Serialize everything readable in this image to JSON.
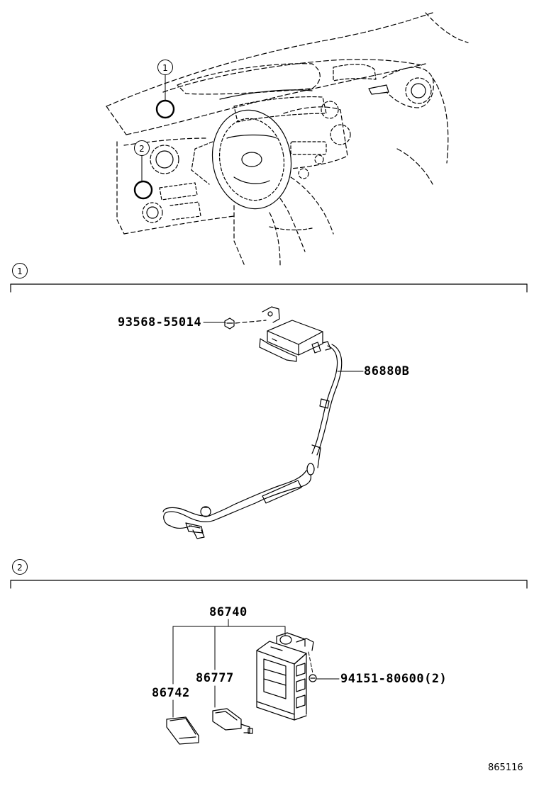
{
  "callouts": {
    "overview_1": "1",
    "overview_2": "2"
  },
  "sections": [
    {
      "number": "1"
    },
    {
      "number": "2"
    }
  ],
  "parts": {
    "p93568": "93568-55014",
    "p86880b": "86880B",
    "p86740": "86740",
    "p86777": "86777",
    "p86742": "86742",
    "p94151": "94151-80600(2)"
  },
  "diagram_id": "865116"
}
